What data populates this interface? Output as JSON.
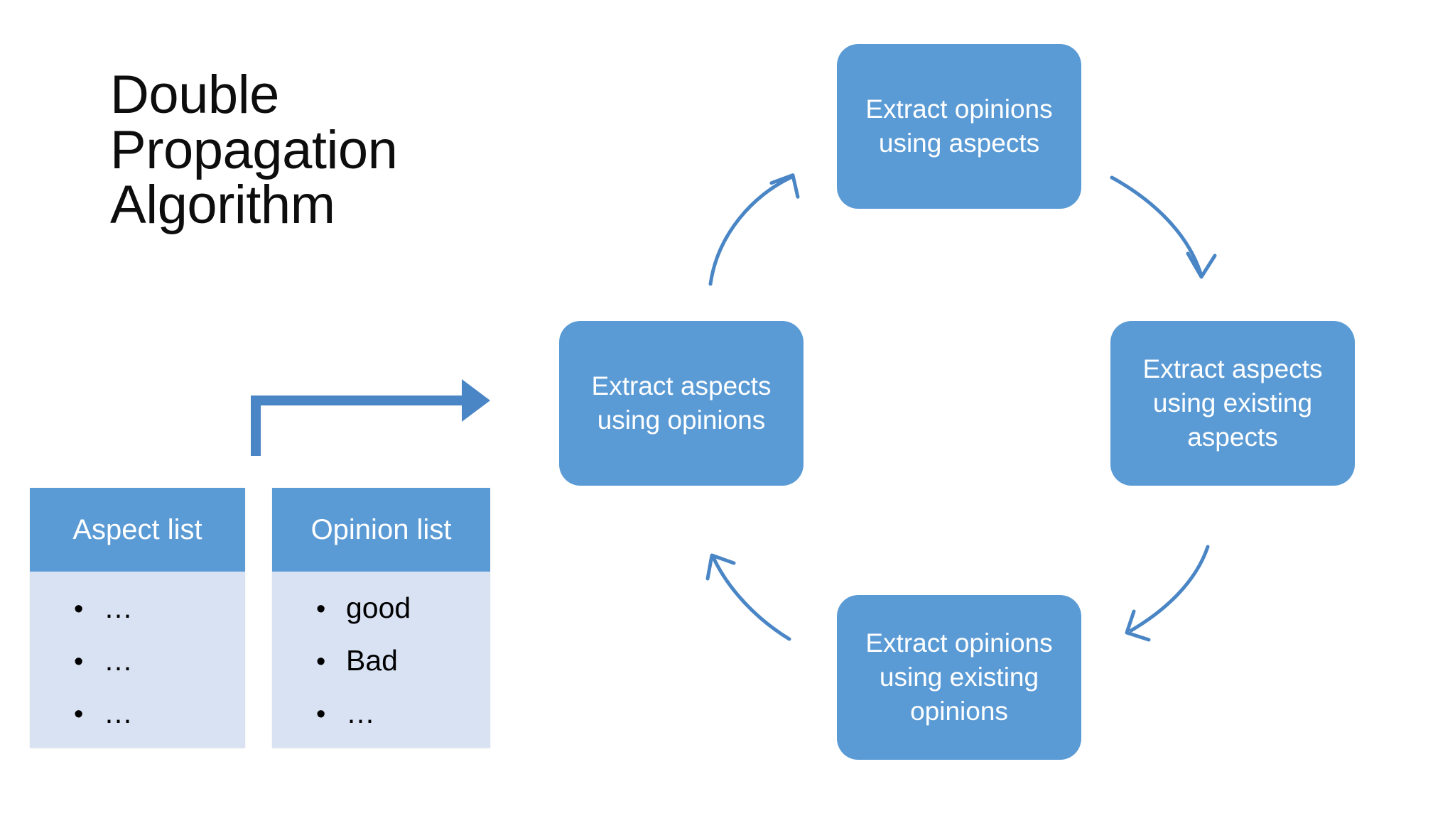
{
  "slide": {
    "title": "Double Propagation\nAlgorithm",
    "background_color": "#FFFFFF"
  },
  "theme": {
    "accent_blue": "#5B9BD5",
    "list_body_fill": "#D9E2F3",
    "arrow_blue": "#4A86C5",
    "text_dark": "#0D0D0D",
    "text_on_accent": "#FFFFFF"
  },
  "cycle": {
    "direction": "counter-clockwise",
    "boxes": [
      {
        "id": "top",
        "label": "Extract opinions using aspects"
      },
      {
        "id": "right",
        "label": "Extract aspects using existing aspects"
      },
      {
        "id": "bottom",
        "label": "Extract opinions using existing opinions"
      },
      {
        "id": "left",
        "label": "Extract aspects using opinions"
      }
    ],
    "arrows": [
      {
        "id": "top-right",
        "from": "top",
        "to": "right",
        "shape": "curved"
      },
      {
        "id": "bottom-right",
        "from": "right",
        "to": "bottom",
        "shape": "curved"
      },
      {
        "id": "bottom-left",
        "from": "bottom",
        "to": "left",
        "shape": "curved"
      },
      {
        "id": "top-left",
        "from": "left",
        "to": "top",
        "shape": "curved"
      }
    ]
  },
  "feed_arrow": {
    "id": "lists-to-cycle-arrow",
    "shape": "elbow-up-right",
    "color": "#4A86C5"
  },
  "lists": [
    {
      "id": "aspect-list",
      "header": "Aspect list",
      "items": [
        "…",
        "…",
        "…"
      ],
      "bullet": "•"
    },
    {
      "id": "opinion-list",
      "header": "Opinion list",
      "items": [
        "good",
        "Bad",
        "…"
      ],
      "bullet": "•"
    }
  ]
}
